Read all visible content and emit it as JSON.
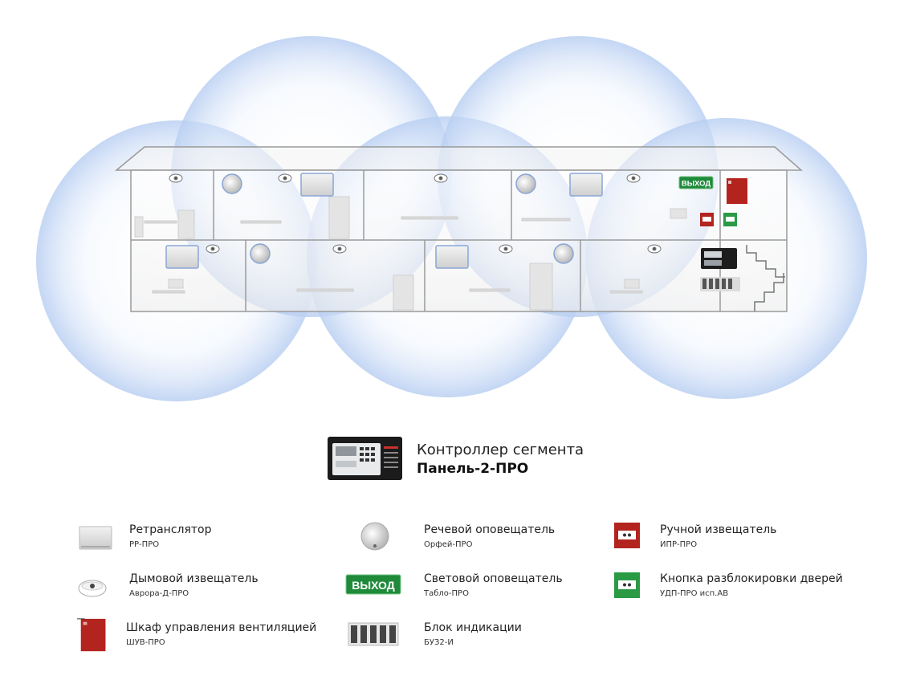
{
  "scene": {
    "exit_sign_text": "ВЫХОД"
  },
  "controller": {
    "title": "Контроллер сегмента",
    "model": "Панель-2-ПРО"
  },
  "legend": [
    {
      "id": "repeater",
      "name": "Ретранслятор",
      "model": "РР-ПРО",
      "icon": "repeater-icon"
    },
    {
      "id": "speaker",
      "name": "Речевой оповещатель",
      "model": "Орфей-ПРО",
      "icon": "speaker-icon"
    },
    {
      "id": "manual",
      "name": "Ручной извещатель",
      "model": "ИПР-ПРО",
      "icon": "manual-call-point-icon"
    },
    {
      "id": "smoke",
      "name": "Дымовой извещатель",
      "model": "Аврора-Д-ПРО",
      "icon": "smoke-detector-icon"
    },
    {
      "id": "exitsign",
      "name": "Световой оповещатель",
      "model": "Табло-ПРО",
      "icon": "exit-sign-icon",
      "icon_text": "ВЫХОД"
    },
    {
      "id": "doorbtn",
      "name": "Кнопка разблокировки дверей",
      "model": "УДП-ПРО исп.АВ",
      "icon": "door-release-button-icon"
    },
    {
      "id": "cabinet",
      "name": "Шкаф управления вентиляцией",
      "model": "ШУВ-ПРО",
      "icon": "ventilation-cabinet-icon"
    },
    {
      "id": "indication",
      "name": "Блок индикации",
      "model": "БУЗ2-И",
      "icon": "indication-unit-icon"
    }
  ],
  "colors": {
    "coverage": "#cfe0f7",
    "wall": "#9a9a9a",
    "exit_green": "#1f8a3a",
    "red_device": "#b3241f"
  }
}
